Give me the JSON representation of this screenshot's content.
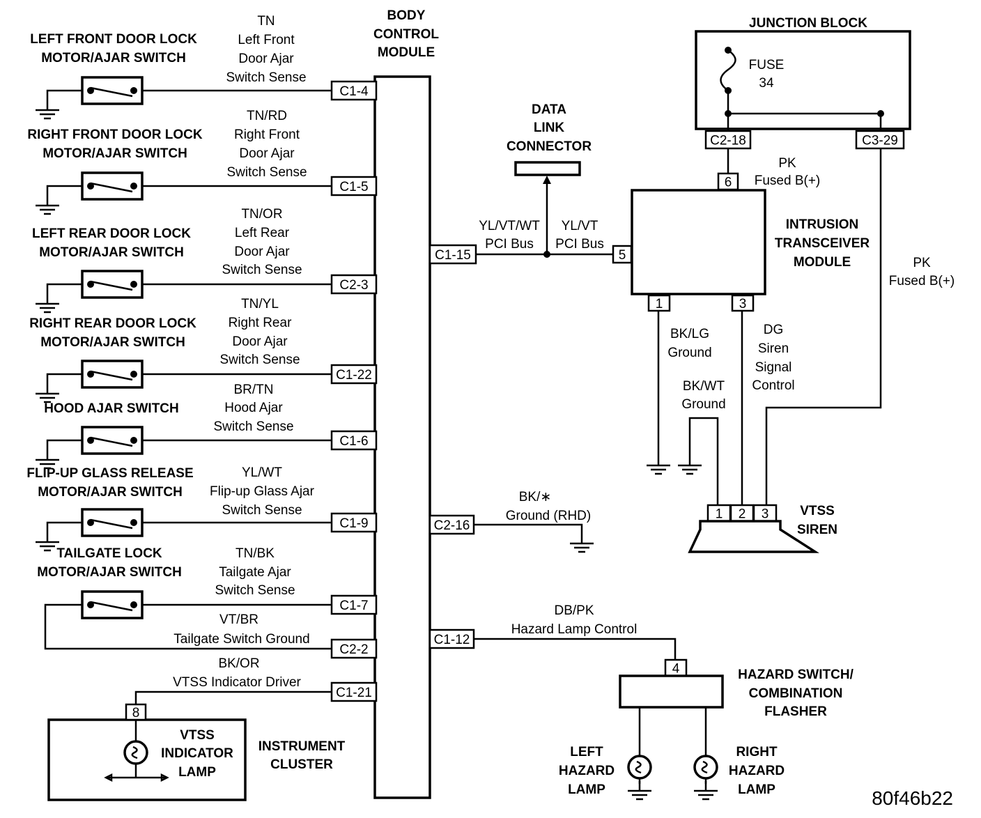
{
  "body_control_module": {
    "lines": [
      "BODY",
      "CONTROL",
      "MODULE"
    ]
  },
  "switches": [
    {
      "name": [
        "LEFT FRONT DOOR LOCK",
        "MOTOR/AJAR SWITCH"
      ],
      "wire": [
        "TN",
        "Left Front",
        "Door Ajar",
        "Switch Sense"
      ],
      "connector": "C1-4"
    },
    {
      "name": [
        "RIGHT FRONT DOOR LOCK",
        "MOTOR/AJAR SWITCH"
      ],
      "wire": [
        "TN/RD",
        "Right Front",
        "Door Ajar",
        "Switch Sense"
      ],
      "connector": "C1-5"
    },
    {
      "name": [
        "LEFT REAR DOOR LOCK",
        "MOTOR/AJAR SWITCH"
      ],
      "wire": [
        "TN/OR",
        "Left Rear",
        "Door Ajar",
        "Switch Sense"
      ],
      "connector": "C2-3"
    },
    {
      "name": [
        "RIGHT REAR DOOR LOCK",
        "MOTOR/AJAR SWITCH"
      ],
      "wire": [
        "TN/YL",
        "Right Rear",
        "Door Ajar",
        "Switch Sense"
      ],
      "connector": "C1-22"
    },
    {
      "name": [
        "HOOD AJAR SWITCH"
      ],
      "wire": [
        "BR/TN",
        "Hood Ajar",
        "Switch Sense"
      ],
      "connector": "C1-6"
    },
    {
      "name": [
        "FLIP-UP GLASS RELEASE",
        "MOTOR/AJAR SWITCH"
      ],
      "wire": [
        "YL/WT",
        "Flip-up Glass Ajar",
        "Switch Sense"
      ],
      "connector": "C1-9"
    },
    {
      "name": [
        "TAILGATE LOCK",
        "MOTOR/AJAR SWITCH"
      ],
      "wire": [
        "TN/BK",
        "Tailgate Ajar",
        "Switch Sense"
      ],
      "connector": "C1-7"
    }
  ],
  "tailgate_ground": {
    "wire": [
      "VT/BR",
      "Tailgate Switch Ground"
    ],
    "connector": "C2-2"
  },
  "vtss_indicator": {
    "wire": [
      "BK/OR",
      "VTSS Indicator Driver"
    ],
    "connector": "C1-21",
    "pin": "8",
    "lamp": [
      "VTSS",
      "INDICATOR",
      "LAMP"
    ],
    "cluster": [
      "INSTRUMENT",
      "CLUSTER"
    ]
  },
  "data_link": {
    "title": [
      "DATA",
      "LINK",
      "CONNECTOR"
    ],
    "connector": "C1-15",
    "wire_left": [
      "YL/VT/WT",
      "PCI Bus"
    ],
    "wire_right": [
      "YL/VT",
      "PCI Bus"
    ],
    "pin": "5"
  },
  "ground_rhd": {
    "connector": "C2-16",
    "wire": [
      "BK/∗",
      "Ground (RHD)"
    ]
  },
  "junction_block": {
    "title": "JUNCTION BLOCK",
    "fuse": [
      "FUSE",
      "34"
    ],
    "connector_left": "C2-18",
    "connector_right": "C3-29"
  },
  "itm": {
    "name": [
      "INTRUSION",
      "TRANSCEIVER",
      "MODULE"
    ],
    "pin_power": "6",
    "power_wire": [
      "PK",
      "Fused B(+)"
    ],
    "pin_ground": "1",
    "ground_wire": [
      "BK/LG",
      "Ground"
    ],
    "pin_siren": "3",
    "siren_wire": [
      "DG",
      "Siren",
      "Signal",
      "Control"
    ]
  },
  "siren": {
    "name": [
      "VTSS",
      "SIREN"
    ],
    "pins": [
      "1",
      "2",
      "3"
    ],
    "ground_wire": [
      "BK/WT",
      "Ground"
    ],
    "power_wire": [
      "PK",
      "Fused B(+)"
    ]
  },
  "hazard": {
    "connector": "C1-12",
    "wire": [
      "DB/PK",
      "Hazard Lamp Control"
    ],
    "pin": "4",
    "name": [
      "HAZARD SWITCH/",
      "COMBINATION",
      "FLASHER"
    ],
    "left_lamp": [
      "LEFT",
      "HAZARD",
      "LAMP"
    ],
    "right_lamp": [
      "RIGHT",
      "HAZARD",
      "LAMP"
    ]
  },
  "figure_id": "80f46b22"
}
